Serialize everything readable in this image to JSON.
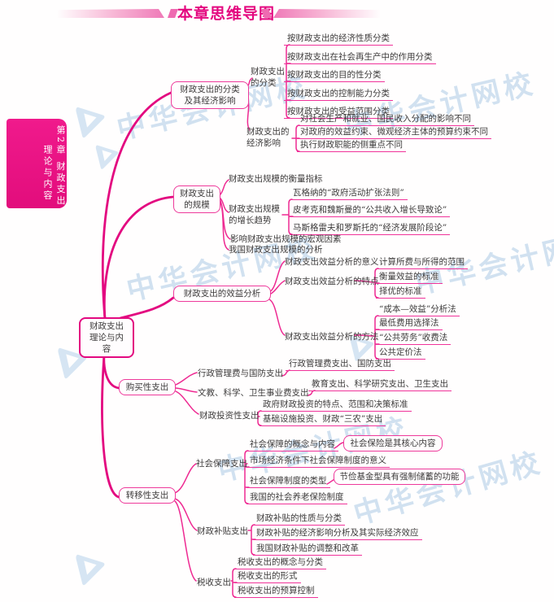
{
  "page": {
    "title": "本章思维导图",
    "sidebar": {
      "chapter": "第2章 财政支出",
      "section": "理论与内容"
    },
    "watermark": "中华会计网校",
    "colors": {
      "magenta": "#e30980",
      "pink_line": "#f0339a",
      "watermark_blue": "#b4cfe8"
    }
  },
  "map": {
    "root": "财政支出理论与内容",
    "b1": {
      "label": "财政支出的分类及其经济影响",
      "g1": {
        "label": "财政支出的分类",
        "leaves": [
          "按财政支出的经济性质分类",
          "按财政支出在社会再生产中的作用分类",
          "按财政支出的目的性分类",
          "按财政支出的控制能力分类",
          "按财政支出的受益范围分类"
        ]
      },
      "g2": {
        "label": "财政支出的经济影响",
        "leaves": [
          "对社会生产和就业、国民收入分配的影响不同",
          "对政府的效益约束、微观经济主体的预算约束不同",
          "执行财政职能的侧重点不同"
        ]
      }
    },
    "b2": {
      "label": "财政支出的规模",
      "leaf1": "财政支出规模的衡量指标",
      "g1": {
        "label": "财政支出规模的增长趋势",
        "leaves": [
          "瓦格纳的“政府活动扩张法则”",
          "皮考克和魏斯曼的“公共收入增长导致论”",
          "马斯格雷夫和罗斯托的“经济发展阶段论”"
        ]
      },
      "leaf2": "影响财政支出规模的宏观因素",
      "leaf3": "我国财政支出规模的分析"
    },
    "b3": {
      "label": "财政支出的效益分析",
      "leaf1": "财政支出效益分析的意义",
      "g1": {
        "label": "财政支出效益分析的特点",
        "leaves": [
          "计算所费与所得的范围",
          "衡量效益的标准",
          "择优的标准"
        ]
      },
      "g2": {
        "label": "财政支出效益分析的方法",
        "leaves": [
          "“成本—效益”分析法",
          "最低费用选择法",
          "“公共劳务”收费法",
          "公共定价法"
        ]
      }
    },
    "b4": {
      "label": "购买性支出",
      "g1": {
        "label": "行政管理费与国防支出",
        "leaves": [
          "行政管理费支出、国防支出"
        ]
      },
      "g2": {
        "label": "文教、科学、卫生事业费支出",
        "leaves": [
          "教育支出、科学研究支出、卫生支出"
        ]
      },
      "g3": {
        "label": "财政投资性支出",
        "leaves": [
          "政府财政投资的特点、范围和决策标准",
          "基础设施投资、财政“三农”支出"
        ]
      }
    },
    "b5": {
      "label": "转移性支出",
      "g1": {
        "label": "社会保障支出",
        "leaves": [
          "社会保障的概念与内容",
          "市场经济条件下社会保障制度的意义",
          "社会保障制度的类型",
          "我国的社会养老保险制度"
        ],
        "callout1": "社会保险是其核心内容",
        "callout2": "节俭基金型具有强制储蓄的功能"
      },
      "g2": {
        "label": "财政补贴支出",
        "leaves": [
          "财政补贴的性质与分类",
          "财政补贴的经济影响分析及其实际经济效应",
          "我国财政补贴的调整和改革"
        ]
      },
      "g3": {
        "label": "税收支出",
        "leaves": [
          "税收支出的概念与分类",
          "税收支出的形式",
          "税收支出的预算控制"
        ]
      }
    }
  }
}
